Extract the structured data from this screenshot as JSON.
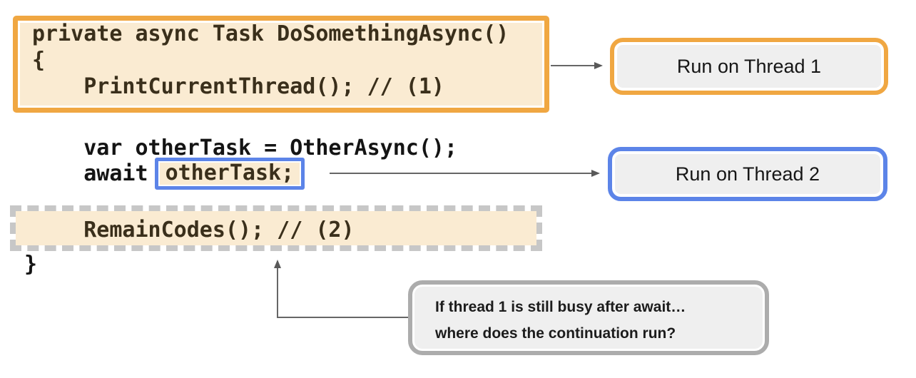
{
  "colors": {
    "orange_accent": "#f0a742",
    "blue_accent": "#5c84e8",
    "cream_fill": "#faebd2",
    "gray_fill": "#efefef",
    "gray_border": "#acacac",
    "dash_gray": "#c7c7c7",
    "arrow_gray": "#666666",
    "code_text_dark_brown": "#3a2f1b",
    "code_text_black": "#141414"
  },
  "code": {
    "box1_lines": [
      "private async Task DoSomethingAsync()",
      "{",
      "    PrintCurrentThread(); // (1)"
    ],
    "var_line": "    var otherTask = OtherAsync();",
    "await_prefix": "    await",
    "await_highlight": "otherTask;",
    "remain_line": "    RemainCodes(); // (2)",
    "closing_brace": "}"
  },
  "labels": {
    "thread1": "Run on Thread 1",
    "thread2": "Run on Thread 2"
  },
  "callout": {
    "line1": "If thread 1 is still busy after await…",
    "line2": "where does the continuation run?"
  }
}
